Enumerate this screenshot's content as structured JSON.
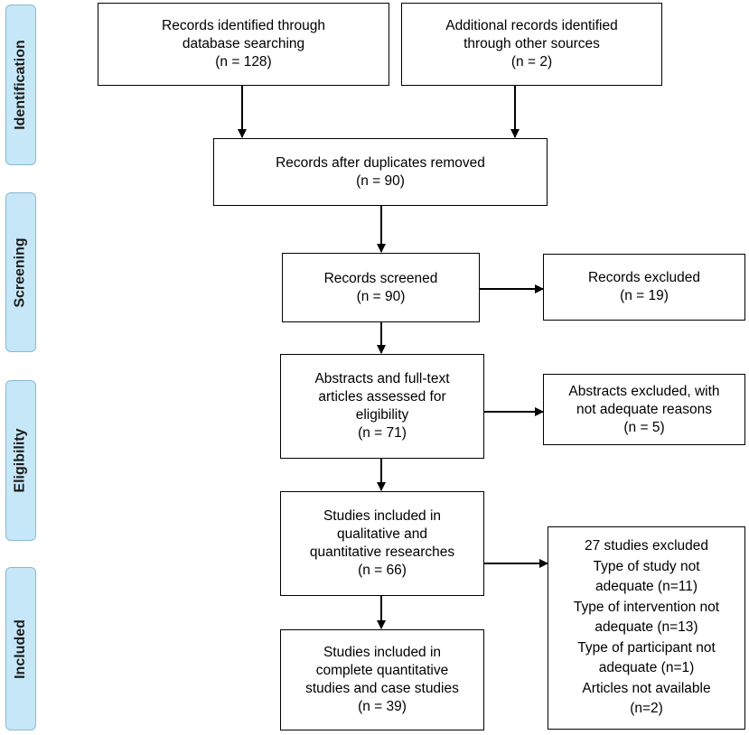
{
  "phases": [
    {
      "id": "identification",
      "label": "Identification"
    },
    {
      "id": "screening",
      "label": "Screening"
    },
    {
      "id": "eligibility",
      "label": "Eligibility"
    },
    {
      "id": "included",
      "label": "Included"
    }
  ],
  "boxes": {
    "database": {
      "lines": [
        "Records identified through",
        "database searching",
        "(n = 128)"
      ]
    },
    "other_sources": {
      "lines": [
        "Additional records identified",
        "through other sources",
        "(n = 2)"
      ]
    },
    "duplicates_removed": {
      "lines": [
        "Records after duplicates removed",
        "(n = 90)"
      ]
    },
    "screened": {
      "lines": [
        "Records screened",
        "(n = 90)"
      ]
    },
    "excluded": {
      "lines": [
        "Records excluded",
        "(n = 19)"
      ]
    },
    "full_text": {
      "lines": [
        "Abstracts and full-text",
        "articles assessed for",
        "eligibility",
        "(n = 71)"
      ]
    },
    "abstracts_excluded": {
      "lines": [
        "Abstracts excluded, with",
        "not adequate reasons",
        "(n = 5)"
      ]
    },
    "qualitative": {
      "lines": [
        "Studies included in",
        "qualitative and",
        "quantitative researches",
        "(n = 66)"
      ]
    },
    "studies_excluded": {
      "lines": [
        "27 studies excluded",
        "Type of study not",
        "adequate (n=11)",
        "Type of intervention not",
        "adequate (n=13)",
        "Type of participant not",
        "adequate (n=1)",
        "Articles not available",
        "(n=2)"
      ]
    },
    "quantitative": {
      "lines": [
        "Studies included in",
        "complete quantitative",
        "studies and case studies",
        "(n = 39)"
      ]
    }
  }
}
